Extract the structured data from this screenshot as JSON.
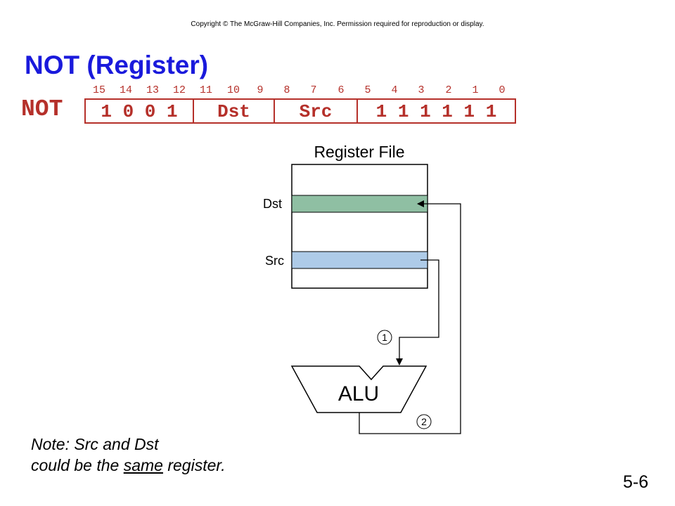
{
  "copyright": "Copyright © The McGraw-Hill Companies, Inc. Permission required for reproduction or display.",
  "title": "NOT (Register)",
  "instruction": {
    "opcode_label": "NOT",
    "bit_numbers": [
      "15",
      "14",
      "13",
      "12",
      "11",
      "10",
      "9",
      "8",
      "7",
      "6",
      "5",
      "4",
      "3",
      "2",
      "1",
      "0"
    ],
    "fields": {
      "opcode_bits": "1 0 0 1",
      "dst": "Dst",
      "src": "Src",
      "const_bits": "1 1 1 1 1 1"
    }
  },
  "diagram": {
    "register_file_label": "Register File",
    "dst_label": "Dst",
    "src_label": "Src",
    "alu_label": "ALU",
    "step1": "1",
    "step2": "2",
    "colors": {
      "dst_register": "#8fbfa3",
      "src_register": "#aecbe8",
      "encoding": "#b5302a",
      "title": "#1a1adc"
    }
  },
  "note": {
    "line1": "Note: Src and Dst",
    "line2_before": "could be the ",
    "line2_emph": "same",
    "line2_after": " register."
  },
  "page_number": "5-6"
}
